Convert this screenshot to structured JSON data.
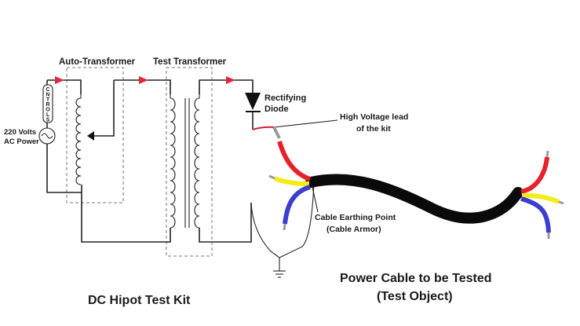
{
  "diagram": {
    "labels": {
      "auto_transformer": "Auto-Transformer",
      "test_transformer": "Test Transformer",
      "rectifying_diode_line1": "Rectifying",
      "rectifying_diode_line2": "Diode",
      "hv_lead_line1": "High Voltage lead",
      "hv_lead_line2": "of the kit",
      "ac_power_line1": "220 Volts",
      "ac_power_line2": "AC Power",
      "controls_letters": [
        "C",
        "N",
        "T",
        "R",
        "O",
        "L",
        "S"
      ],
      "earthing_line1": "Cable Earthing Point",
      "earthing_line2": "(Cable Armor)",
      "kit_title": "DC Hipot Test Kit",
      "object_title_line1": "Power Cable to be Tested",
      "object_title_line2": "(Test Object)"
    },
    "colors": {
      "arrow": "#e0283c",
      "core_red": "#e8202a",
      "core_yellow": "#f5ea1a",
      "core_blue": "#3a3fd0",
      "cable_sheath": "#0a0a0a",
      "wire": "#222222"
    }
  }
}
